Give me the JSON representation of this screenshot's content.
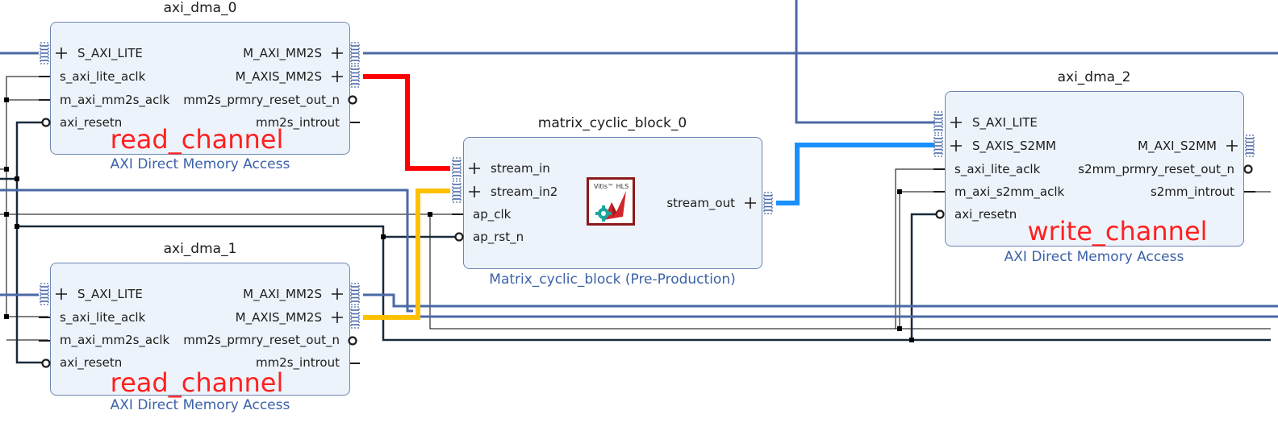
{
  "blocks": {
    "axi_dma_0": {
      "title": "axi_dma_0",
      "subtitle": "AXI Direct Memory Access",
      "annotation": "read_channel",
      "left_ports": [
        "S_AXI_LITE",
        "s_axi_lite_aclk",
        "m_axi_mm2s_aclk",
        "axi_resetn"
      ],
      "right_ports": [
        "M_AXI_MM2S",
        "M_AXIS_MM2S",
        "mm2s_prmry_reset_out_n",
        "mm2s_introut"
      ]
    },
    "axi_dma_1": {
      "title": "axi_dma_1",
      "subtitle": "AXI Direct Memory Access",
      "annotation": "read_channel",
      "left_ports": [
        "S_AXI_LITE",
        "s_axi_lite_aclk",
        "m_axi_mm2s_aclk",
        "axi_resetn"
      ],
      "right_ports": [
        "M_AXI_MM2S",
        "M_AXIS_MM2S",
        "mm2s_prmry_reset_out_n",
        "mm2s_introut"
      ]
    },
    "matrix": {
      "title": "matrix_cyclic_block_0",
      "subtitle": "Matrix_cyclic_block (Pre-Production)",
      "left_ports": [
        "stream_in",
        "stream_in2",
        "ap_clk",
        "ap_rst_n"
      ],
      "right_ports": [
        "stream_out"
      ],
      "logo_text": "Vitis™ HLS"
    },
    "axi_dma_2": {
      "title": "axi_dma_2",
      "subtitle": "AXI Direct Memory Access",
      "annotation": "write_channel",
      "left_ports": [
        "S_AXI_LITE",
        "S_AXIS_S2MM",
        "s_axi_lite_aclk",
        "m_axi_s2mm_aclk",
        "axi_resetn"
      ],
      "right_ports": [
        "M_AXI_S2MM",
        "s2mm_prmry_reset_out_n",
        "s2mm_introut"
      ]
    }
  },
  "colors": {
    "bus": "#4a69a6",
    "wire": "#000000",
    "dma0_to_stream_in": "#ff0000",
    "dma1_to_stream_in2": "#ffc000",
    "stream_out_to_dma2": "#1a90ff",
    "block_fill": "#edf3fb",
    "block_border": "#6d86b4",
    "annotation": "#ff2020"
  }
}
